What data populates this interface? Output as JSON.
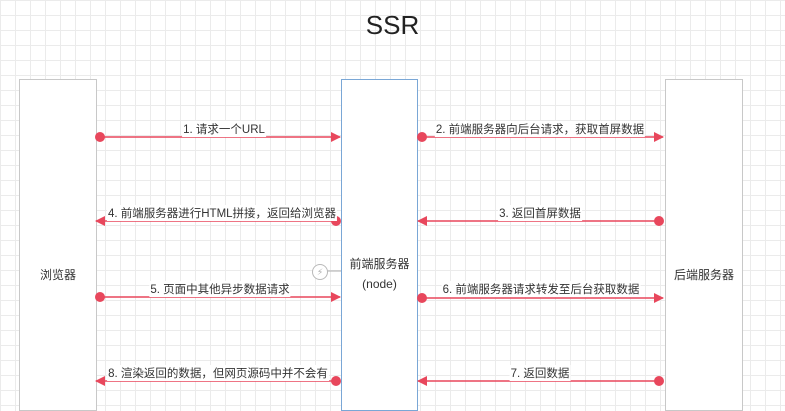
{
  "title": "SSR",
  "lanes": {
    "browser": "浏览器",
    "frontend": "前端服务器",
    "frontend_sub": "(node)",
    "backend": "后端服务器"
  },
  "messages": [
    {
      "label": "1. 请求一个URL"
    },
    {
      "label": "2. 前端服务器向后台请求，获取首屏数据"
    },
    {
      "label": "3. 返回首屏数据"
    },
    {
      "label": "4. 前端服务器进行HTML拼接，返回给浏览器"
    },
    {
      "label": "5. 页面中其他异步数据请求"
    },
    {
      "label": "6. 前端服务器请求转发至后台获取数据"
    },
    {
      "label": "7. 返回数据"
    },
    {
      "label": "8. 渲染返回的数据，但网页源码中并不会有"
    }
  ],
  "colors": {
    "arrow": "#e8475c",
    "grid": "#ebebeb",
    "lane_border": "#c8c8c8",
    "frontend_border": "#7aa7d6"
  },
  "icons": {
    "connector": "power-icon"
  }
}
